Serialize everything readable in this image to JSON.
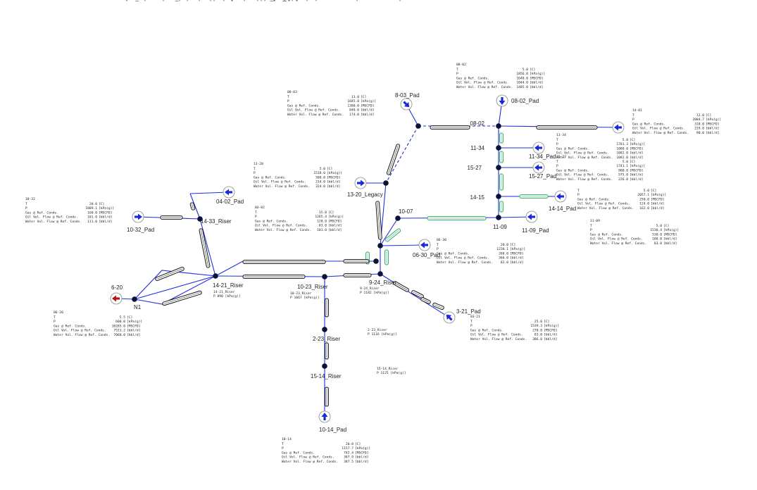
{
  "colors": {
    "line": "#1f2ee0",
    "pipe_outline": "#111111",
    "pipe_green": "#2aa860",
    "node": "#0b1238",
    "source": "#1a2bd6",
    "sink": "#b4141a"
  },
  "sources": [
    {
      "label": "8-03_Pad",
      "arrow": "down-right"
    },
    {
      "label": "08-02_Pad",
      "arrow": "down"
    },
    {
      "label": "11-34_Pad",
      "arrow": "left"
    },
    {
      "label": "15-27_Pad",
      "arrow": "left"
    },
    {
      "label": "14-14_Pad",
      "arrow": "left"
    },
    {
      "label": "11-09_Pad",
      "arrow": "left"
    },
    {
      "label": "06-30_Pad",
      "arrow": "left"
    },
    {
      "label": "3-21_Pad",
      "arrow": "up-left"
    },
    {
      "label": "04-02_Pad",
      "arrow": "left"
    },
    {
      "label": "10-32_Pad",
      "arrow": "right"
    },
    {
      "label": "10-14_Pad",
      "arrow": "up"
    },
    {
      "label": "13-20_Legacy",
      "arrow": "right"
    }
  ],
  "sinks": [
    {
      "label": "6-20",
      "arrow": "left"
    }
  ],
  "nodes": [
    "08-02",
    "11-34",
    "15-27",
    "14-15",
    "11-09",
    "10-07",
    "14-33_Riser",
    "14-21_Riser",
    "10-23_Riser",
    "9-24_Riser",
    "2-23_Riser",
    "15-14_Riser",
    "N1"
  ],
  "node_labels": [
    "08-02",
    "11-34",
    "15-27",
    "14-15",
    "11-09",
    "10-07",
    "14-33_Riser",
    "14-21_Riser",
    "10-23_Riser",
    "9-24_Riser",
    "2-23_Riser",
    "15-14_Riser",
    "N1"
  ],
  "pipes": [
    "Pipe1_1",
    "Pipe1",
    "Pipe24",
    "Pipe24_1",
    "Pipe23",
    "Pipe22",
    "Pipe21",
    "Pipe2",
    "Pipe3",
    "Pipe9",
    "Pipe8",
    "Pipe4",
    "Pipe4_1",
    "Pipe5_1",
    "Pipe5",
    "Pipe6_1",
    "Pipe6",
    "Pipe13",
    "Pipe12",
    "Pipe11",
    "Pipe10",
    "Pipe16",
    "Pipe15",
    "Pipe14",
    "Pipe20",
    "Pipe18",
    "Pipe19",
    "Pipe7",
    "Pipe17"
  ],
  "result_tables": [
    {
      "id": "08-03",
      "title": "08-03",
      "rows": [
        {
          "name": "T",
          "value": "13.0",
          "unit": "[C]"
        },
        {
          "name": "P",
          "value": "1845.0",
          "unit": "[kPa(g)]"
        },
        {
          "name": "Gas @ Ref. Conds.",
          "value": "1380.0",
          "unit": "[MSCFD]"
        },
        {
          "name": "Oil Vol. Flow @ Ref. Conds.",
          "value": "848.0",
          "unit": "[bbl/d]"
        },
        {
          "name": "Water Vol. Flow @ Ref. Conds.",
          "value": "174.0",
          "unit": "[bbl/d]"
        }
      ]
    },
    {
      "id": "08-02",
      "title": "08-02",
      "rows": [
        {
          "name": "T",
          "value": "5.0",
          "unit": "[C]"
        },
        {
          "name": "P",
          "value": "1856.0",
          "unit": "[kPa(g)]"
        },
        {
          "name": "Gas @ Ref. Conds.",
          "value": "1640.0",
          "unit": "[MSCFD]"
        },
        {
          "name": "Oil Vol. Flow @ Ref. Conds.",
          "value": "1044.0",
          "unit": "[bbl/d]"
        },
        {
          "name": "Water Vol. Flow @ Ref. Conds.",
          "value": "1485.0",
          "unit": "[bbl/d]"
        }
      ]
    },
    {
      "id": "14-01",
      "title": "14-01",
      "rows": [
        {
          "name": "T",
          "value": "12.0",
          "unit": "[C]"
        },
        {
          "name": "P",
          "value": "2004.7",
          "unit": "[kPa(g)]"
        },
        {
          "name": "Gas @ Ref. Conds.",
          "value": "310.0",
          "unit": "[MSCFD]"
        },
        {
          "name": "Oil Vol. Flow @ Ref. Conds.",
          "value": "229.0",
          "unit": "[bbl/d]"
        },
        {
          "name": "Water Vol. Flow @ Ref. Conds.",
          "value": "90.0",
          "unit": "[bbl/d]"
        }
      ]
    },
    {
      "id": "11-34",
      "title": "11-34",
      "rows": [
        {
          "name": "T",
          "value": "5.0",
          "unit": "[C]"
        },
        {
          "name": "P",
          "value": "1781.3",
          "unit": "[kPa(g)]"
        },
        {
          "name": "Gas @ Ref. Conds.",
          "value": "1080.0",
          "unit": "[MSCFD]"
        },
        {
          "name": "Oil Vol. Flow @ Ref. Conds.",
          "value": "1082.0",
          "unit": "[bbl/d]"
        },
        {
          "name": "Water Vol. Flow @ Ref. Conds.",
          "value": "1082.0",
          "unit": "[bbl/d]"
        }
      ]
    },
    {
      "id": "15-27",
      "title": "15-27",
      "rows": [
        {
          "name": "T",
          "value": "5.0",
          "unit": "[C]"
        },
        {
          "name": "P",
          "value": "1741.1",
          "unit": "[kPa(g)]"
        },
        {
          "name": "Gas @ Ref. Conds.",
          "value": "900.0",
          "unit": "[MSCFD]"
        },
        {
          "name": "Oil Vol. Flow @ Ref. Conds.",
          "value": "575.0",
          "unit": "[bbl/d]"
        },
        {
          "name": "Water Vol. Flow @ Ref. Conds.",
          "value": "226.0",
          "unit": "[bbl/d]"
        }
      ]
    },
    {
      "id": "14-14",
      "title": "",
      "rows": [
        {
          "name": "T",
          "value": "5.0",
          "unit": "[C]"
        },
        {
          "name": "P",
          "value": "2057.1",
          "unit": "[kPa(g)]"
        },
        {
          "name": "Gas @ Ref. Conds.",
          "value": "250.0",
          "unit": "[MSCFD]"
        },
        {
          "name": "Oil Vol. Flow @ Ref. Conds.",
          "value": "124.0",
          "unit": "[bbl/d]"
        },
        {
          "name": "Water Vol. Flow @ Ref. Conds.",
          "value": "162.0",
          "unit": "[bbl/d]"
        }
      ]
    },
    {
      "id": "11-09",
      "title": "11-09",
      "rows": [
        {
          "name": "T",
          "value": "5.0",
          "unit": "[C]"
        },
        {
          "name": "P",
          "value": "1530.4",
          "unit": "[kPa(g)]"
        },
        {
          "name": "Gas @ Ref. Conds.",
          "value": "530.0",
          "unit": "[MSCFD]"
        },
        {
          "name": "Oil Vol. Flow @ Ref. Conds.",
          "value": "180.0",
          "unit": "[bbl/d]"
        },
        {
          "name": "Water Vol. Flow @ Ref. Conds.",
          "value": "83.0",
          "unit": "[bbl/d]"
        }
      ]
    },
    {
      "id": "13-20",
      "title": "13-20",
      "rows": [
        {
          "name": "T",
          "value": "5.0",
          "unit": "[C]"
        },
        {
          "name": "P",
          "value": "1518.0",
          "unit": "[kPa(g)]"
        },
        {
          "name": "Gas @ Ref. Conds.",
          "value": "500.0",
          "unit": "[MSCFD]"
        },
        {
          "name": "Oil Vol. Flow @ Ref. Conds.",
          "value": "214.0",
          "unit": "[bbl/d]"
        },
        {
          "name": "Water Vol. Flow @ Ref. Conds.",
          "value": "324.0",
          "unit": "[bbl/d]"
        }
      ]
    },
    {
      "id": "04-02",
      "title": "04-02",
      "rows": [
        {
          "name": "T",
          "value": "15.0",
          "unit": "[C]"
        },
        {
          "name": "P",
          "value": "1265.4",
          "unit": "[kPa(g)]"
        },
        {
          "name": "Gas @ Ref. Conds.",
          "value": "120.0",
          "unit": "[MSCFD]"
        },
        {
          "name": "Oil Vol. Flow @ Ref. Conds.",
          "value": "83.0",
          "unit": "[bbl/d]"
        },
        {
          "name": "Water Vol. Flow @ Ref. Conds.",
          "value": "101.0",
          "unit": "[bbl/d]"
        }
      ]
    },
    {
      "id": "10-32",
      "title": "10-32",
      "rows": [
        {
          "name": "T",
          "value": "20.0",
          "unit": "[C]"
        },
        {
          "name": "P",
          "value": "1809.1",
          "unit": "[kPa(g)]"
        },
        {
          "name": "Gas @ Ref. Conds.",
          "value": "160.0",
          "unit": "[MSCFD]"
        },
        {
          "name": "Oil Vol. Flow @ Ref. Conds.",
          "value": "101.0",
          "unit": "[bbl/d]"
        },
        {
          "name": "Water Vol. Flow @ Ref. Conds.",
          "value": "111.0",
          "unit": "[bbl/d]"
        }
      ]
    },
    {
      "id": "06-30",
      "title": "06-30",
      "rows": [
        {
          "name": "T",
          "value": "20.0",
          "unit": "[C]"
        },
        {
          "name": "P",
          "value": "1230.1",
          "unit": "[kPa(g)]"
        },
        {
          "name": "Gas @ Ref. Conds.",
          "value": "280.0",
          "unit": "[MSCFD]"
        },
        {
          "name": "Oil Vol. Flow @ Ref. Conds.",
          "value": "366.0",
          "unit": "[bbl/d]"
        },
        {
          "name": "Water Vol. Flow @ Ref. Conds.",
          "value": "82.0",
          "unit": "[bbl/d]"
        }
      ]
    },
    {
      "id": "06-20",
      "title": "06-20",
      "rows": [
        {
          "name": "T",
          "value": "5.5",
          "unit": "[C]"
        },
        {
          "name": "P",
          "value": "600.0",
          "unit": "[kPa(g)]"
        },
        {
          "name": "Gas @ Ref. Conds.",
          "value": "10285.0",
          "unit": "[MSCFD]"
        },
        {
          "name": "Oil Vol. Flow @ Ref. Conds.",
          "value": "7531.2",
          "unit": "[bbl/d]"
        },
        {
          "name": "Water Vol. Flow @ Ref. Conds.",
          "value": "7068.0",
          "unit": "[bbl/d]"
        }
      ]
    },
    {
      "id": "03-21",
      "title": "03-21",
      "rows": [
        {
          "name": "T",
          "value": "25.0",
          "unit": "[C]"
        },
        {
          "name": "P",
          "value": "1539.3",
          "unit": "[kPa(g)]"
        },
        {
          "name": "Gas @ Ref. Conds.",
          "value": "270.0",
          "unit": "[MSCFD]"
        },
        {
          "name": "Oil Vol. Flow @ Ref. Conds.",
          "value": "83.0",
          "unit": "[bbl/d]"
        },
        {
          "name": "Water Vol. Flow @ Ref. Conds.",
          "value": "386.0",
          "unit": "[bbl/d]"
        }
      ]
    },
    {
      "id": "10-14",
      "title": "10-14",
      "rows": [
        {
          "name": "T",
          "value": "20.0",
          "unit": "[C]"
        },
        {
          "name": "P",
          "value": "1157.7",
          "unit": "[kPa(g)]"
        },
        {
          "name": "Gas @ Ref. Conds.",
          "value": "742.4",
          "unit": "[MSCFD]"
        },
        {
          "name": "Oil Vol. Flow @ Ref. Conds.",
          "value": "387.9",
          "unit": "[bbl/d]"
        },
        {
          "name": "Water Vol. Flow @ Ref. Conds.",
          "value": "387.5",
          "unit": "[bbl/d]"
        }
      ]
    }
  ],
  "riser_pressures": [
    {
      "name": "14-21_Riser",
      "text": "P 890 [kPa(g)]"
    },
    {
      "name": "10-23_Riser",
      "text": "P 1067 [kPa(g)]"
    },
    {
      "name": "9-24_Riser",
      "text": "P 1182 [kPa(g)]"
    },
    {
      "name": "2-23_Riser",
      "text": "P 1116 [kPa(g)]"
    },
    {
      "name": "15-14_Riser",
      "text": "P 1125 [kPa(g)]"
    }
  ]
}
